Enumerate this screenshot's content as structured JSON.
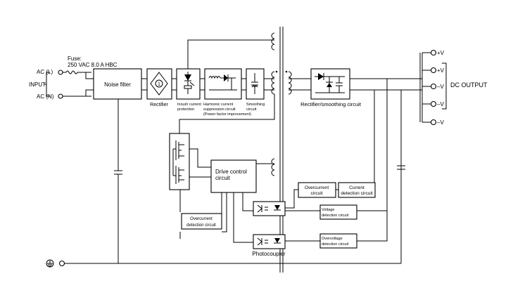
{
  "input": {
    "ac_l": "AC (L)",
    "ac_n": "AC (N)",
    "label": "INPUT"
  },
  "fuse": {
    "title": "Fuse:",
    "rating": "250 VAC 8.0 A HBC"
  },
  "blocks": {
    "noise_filter": "Noise filter",
    "rectifier": "Rectifier",
    "rectifier_symbol": "1",
    "inrush_line1": "Inrush current",
    "inrush_line2": "protection",
    "harmonic_line1": "Harmonic current",
    "harmonic_line2": "suppression circuit",
    "harmonic_line3": "(Power factor improvement)",
    "smoothing_line1": "Smoothing",
    "smoothing_line2": "circuit",
    "rect_smooth": "Rectifier/smoothing circuit",
    "drive_line1": "Drive control",
    "drive_line2": "circuit",
    "oc_left_line1": "Overcurrent",
    "oc_left_line2": "detection circuit",
    "oc_right_line1": "Overcurrent",
    "oc_right_line2": "circuit",
    "current_det_line1": "Current",
    "current_det_line2": "detection circuit",
    "voltage_det_line1": "Voltage",
    "voltage_det_line2": "detection circuit",
    "overvoltage_line1": "Overvoltage",
    "overvoltage_line2": "detection circuit",
    "photocoupler": "Photocoupler"
  },
  "outputs": {
    "terminals": [
      "+V",
      "+V",
      "–V",
      "–V",
      "–V"
    ],
    "label": "DC OUTPUT"
  },
  "icons": [
    "ground-icon",
    "fuse-icon",
    "bridge-rectifier-icon",
    "transformer-icon",
    "capacitor-icon",
    "diode-icon",
    "inductor-icon",
    "transistor-icon",
    "photocoupler-icon"
  ]
}
